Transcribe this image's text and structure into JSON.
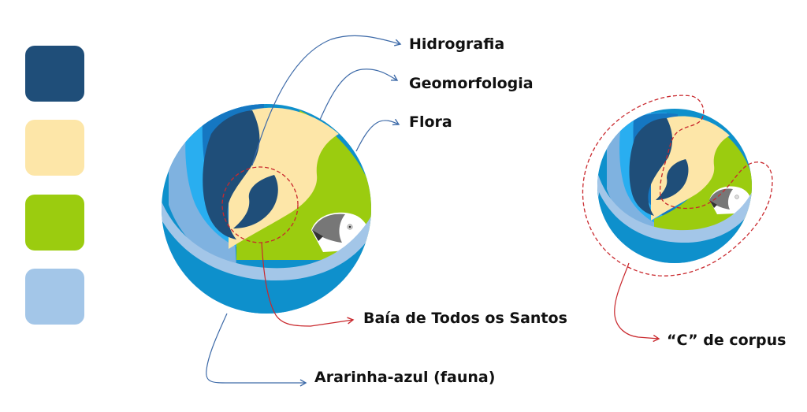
{
  "palette": {
    "navy": "#1f4e79",
    "sand": "#fde6a8",
    "green": "#9bcc0f",
    "light_blue": "#a3c6e8",
    "ocean": "#0e90cc",
    "sky": "#29aef0",
    "mid_blue": "#1577c2",
    "bird_gray": "#777777",
    "bird_white": "#ffffff",
    "annot_blue": "#3d6aa8",
    "annot_red": "#c9282d"
  },
  "swatches": [
    {
      "name": "navy",
      "color": "#1f4e79"
    },
    {
      "name": "sand",
      "color": "#fde6a8"
    },
    {
      "name": "green",
      "color": "#9bcc0f"
    },
    {
      "name": "light-blue",
      "color": "#a3c6e8"
    }
  ],
  "labels": {
    "hidrografia": "Hidrografia",
    "geomorfologia": "Geomorfologia",
    "flora": "Flora",
    "baia": "Baía de Todos os Santos",
    "ararinha": "Ararinha-azul (fauna)",
    "corpus": "“C” de corpus"
  }
}
